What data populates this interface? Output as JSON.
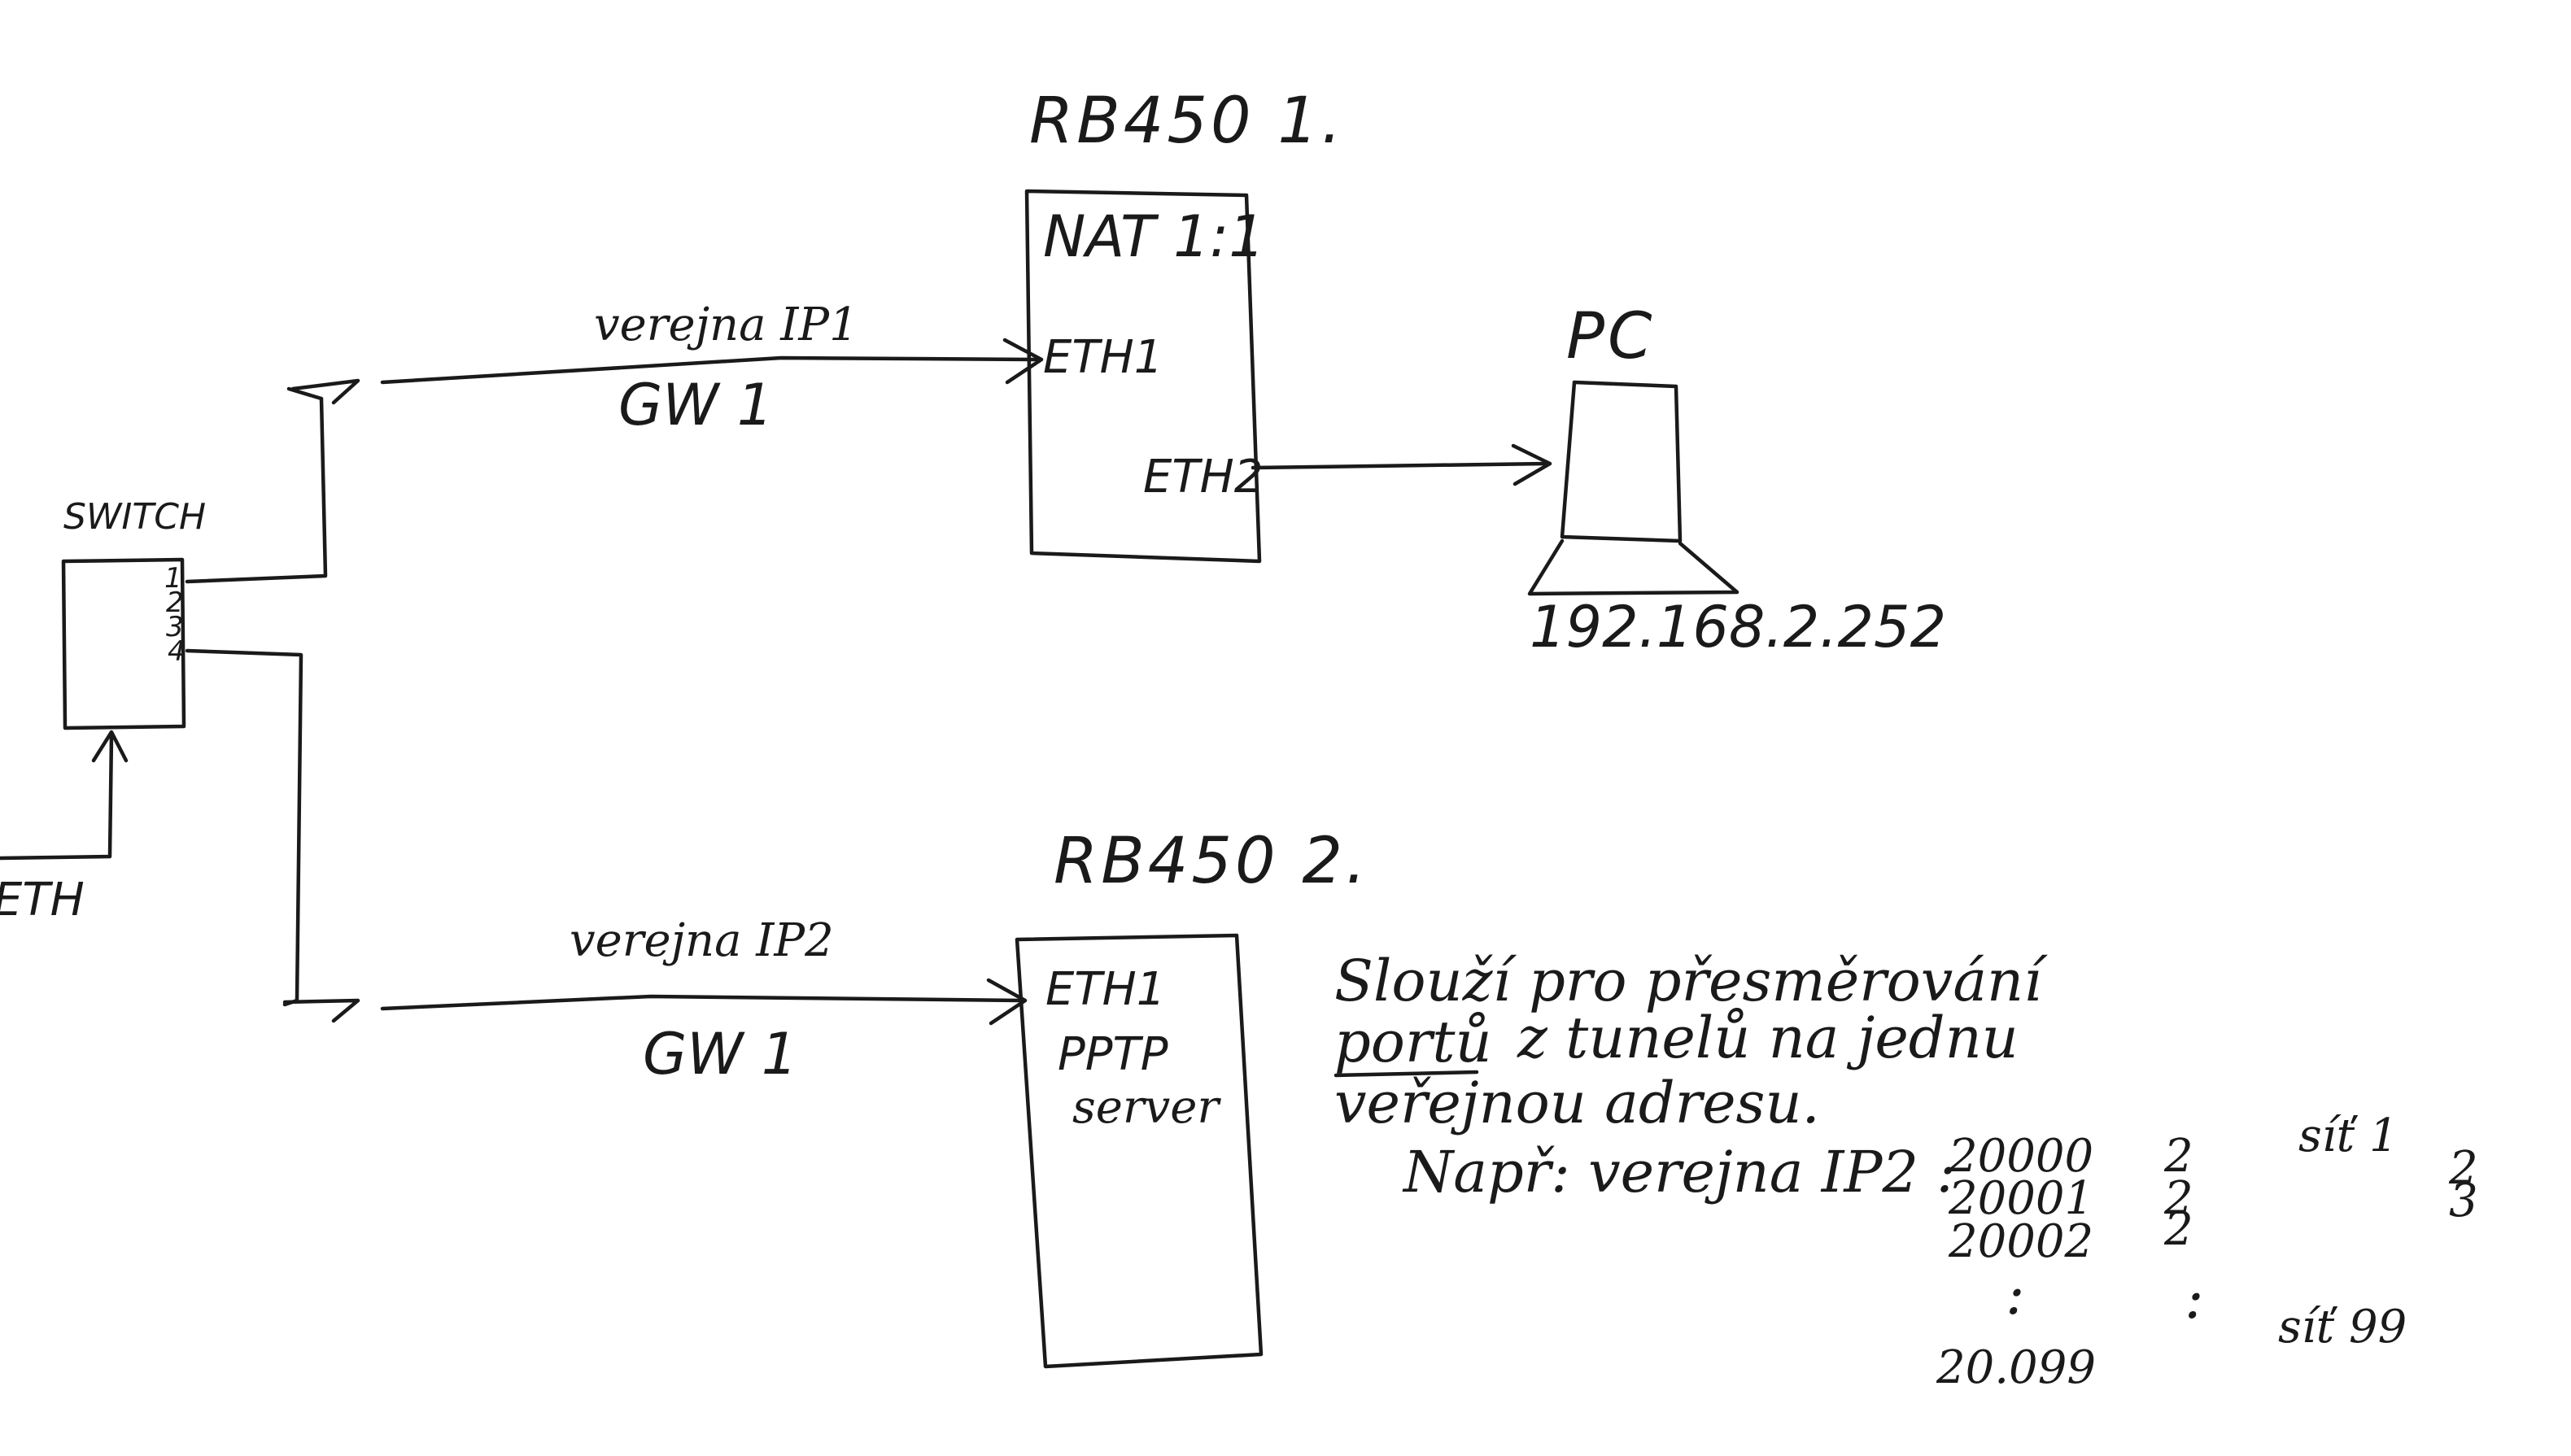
{
  "switch": {
    "label": "SWITCH",
    "ports": [
      "1",
      "2",
      "3",
      "4"
    ],
    "input_label": "ETH"
  },
  "router1": {
    "title": "RB450 1.",
    "nat_label": "NAT 1:1",
    "eth1_label": "ETH1",
    "eth2_label": "ETH2"
  },
  "router2": {
    "title": "RB450 2.",
    "eth1_label": "ETH1",
    "pptp_label": "PPTP",
    "server_label": "server"
  },
  "link1": {
    "ip_label": "verejna IP1",
    "gw_label": "GW 1"
  },
  "link2": {
    "ip_label": "verejna IP2",
    "gw_label": "GW 1"
  },
  "pc": {
    "label": "PC",
    "ip": "192.168.2.252"
  },
  "note": {
    "line1": "Slouží pro přesměrování",
    "line2a": "portů",
    "line2b": "z tunelů na jednu",
    "line3": "veřejnou adresu.",
    "example_label": "Např: verejna IP2 :",
    "rows": [
      {
        "port": "20000",
        "mid": "2",
        "net": "síť 1"
      },
      {
        "port": "20001",
        "mid": "2",
        "net": "2"
      },
      {
        "port": "20002",
        "mid": "2",
        "net": "3"
      }
    ],
    "ellipsis_left": ":",
    "ellipsis_mid": ":",
    "last_port": "20.099",
    "last_net": "síť 99"
  }
}
